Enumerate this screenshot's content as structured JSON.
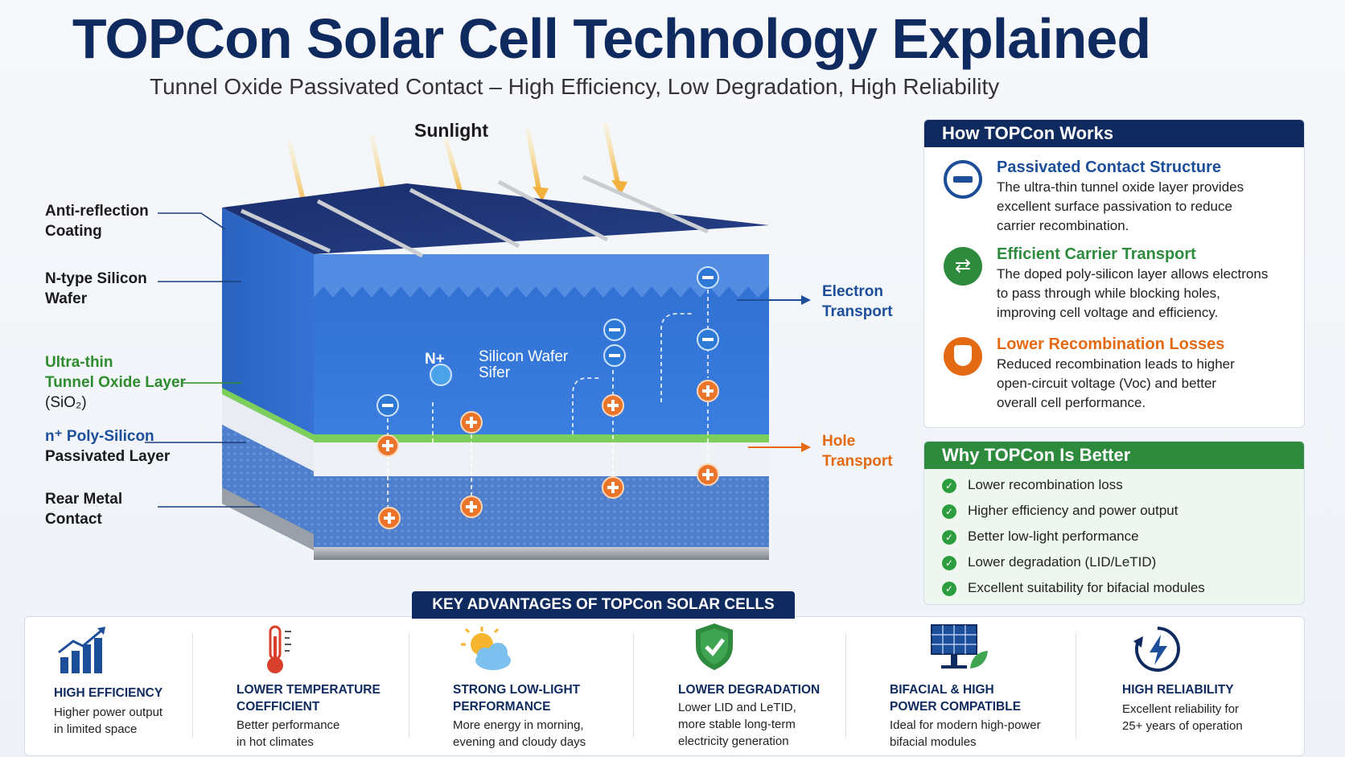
{
  "title": "TOPCon Solar Cell Technology Explained",
  "subtitle": "Tunnel Oxide Passivated Contact – High Efficiency, Low Degradation, High Reliability",
  "diagram": {
    "sunlight": "Sunlight",
    "labels": {
      "arc1": "Anti-reflection",
      "arc2": "Coating",
      "ntype1": "N-type Silicon",
      "ntype2": "Wafer",
      "oxide1": "Ultra-thin",
      "oxide2": "Tunnel Oxide Layer",
      "oxide3": "(SiO₂)",
      "poly1": "n⁺ Poly-Silicon",
      "poly2": "Passivated Layer",
      "rear1": "Rear Metal",
      "rear2": "Contact",
      "electron1": "Electron",
      "electron2": "Transport",
      "hole1": "Hole",
      "hole2": "Transport",
      "inner_nplus": "N+",
      "inner_wafer1": "Silicon Wafer",
      "inner_wafer2": "Sifer"
    }
  },
  "how": {
    "header": "How TOPCon Works",
    "items": [
      {
        "title": "Passivated Contact Structure",
        "lines": [
          "The ultra-thin tunnel oxide layer provides",
          "excellent surface passivation to reduce",
          "carrier recombination."
        ]
      },
      {
        "title": "Efficient Carrier Transport",
        "lines": [
          "The doped poly-silicon layer allows electrons",
          "to pass through while blocking holes,",
          "improving cell voltage and efficiency."
        ]
      },
      {
        "title": "Lower Recombination Losses",
        "lines": [
          "Reduced recombination leads to higher",
          "open-circuit voltage (Voc) and better",
          "overall cell performance."
        ]
      }
    ]
  },
  "why": {
    "header": "Why TOPCon Is Better",
    "items": [
      "Lower recombination loss",
      "Higher efficiency and power output",
      "Better low-light performance",
      "Lower degradation (LID/LeTID)",
      "Excellent suitability for bifacial modules"
    ]
  },
  "advantages": {
    "header": "KEY ADVANTAGES OF TOPCon SOLAR CELLS",
    "items": [
      {
        "title": [
          "HIGH EFFICIENCY"
        ],
        "desc": [
          "Higher power output",
          "in limited space"
        ],
        "icon": "bar-chart-icon"
      },
      {
        "title": [
          "LOWER TEMPERATURE",
          "COEFFICIENT"
        ],
        "desc": [
          "Better performance",
          "in hot climates"
        ],
        "icon": "thermometer-icon"
      },
      {
        "title": [
          "STRONG LOW-LIGHT",
          "PERFORMANCE"
        ],
        "desc": [
          "More energy in morning,",
          "evening and cloudy days"
        ],
        "icon": "sun-cloud-icon"
      },
      {
        "title": [
          "LOWER DEGRADATION"
        ],
        "desc": [
          "Lower LID and LeTID,",
          "more stable long-term",
          "electricity generation"
        ],
        "icon": "shield-check-icon"
      },
      {
        "title": [
          "BIFACIAL & HIGH",
          "POWER COMPATIBLE"
        ],
        "desc": [
          "Ideal for modern high-power",
          "bifacial modules"
        ],
        "icon": "solar-panel-icon"
      },
      {
        "title": [
          "HIGH RELIABILITY"
        ],
        "desc": [
          "Excellent reliability for",
          "25+ years of operation"
        ],
        "icon": "bolt-cycle-icon"
      }
    ]
  },
  "colors": {
    "navy": "#0f2a5e",
    "green": "#2e8b3e",
    "orange": "#e36a12",
    "blue": "#1c4e9a"
  }
}
